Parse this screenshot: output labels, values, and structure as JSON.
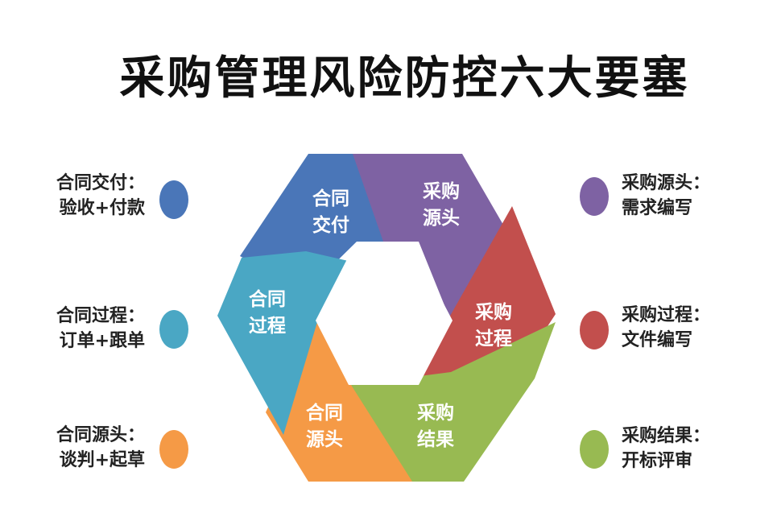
{
  "title": "采购管理风险防控六大要塞",
  "colors": {
    "blue": "#4a76b8",
    "purple": "#7e62a3",
    "red": "#c24f4d",
    "teal": "#4aa7c4",
    "orange": "#f59a46",
    "green": "#98ba52"
  },
  "segments": [
    {
      "line1": "合同",
      "line2": "交付",
      "color": "#4a76b8"
    },
    {
      "line1": "采购",
      "line2": "源头",
      "color": "#7e62a3"
    },
    {
      "line1": "采购",
      "line2": "过程",
      "color": "#c24f4d"
    },
    {
      "line1": "采购",
      "line2": "结果",
      "color": "#98ba52"
    },
    {
      "line1": "合同",
      "line2": "源头",
      "color": "#f59a46"
    },
    {
      "line1": "合同",
      "line2": "过程",
      "color": "#4aa7c4"
    }
  ],
  "left_items": [
    {
      "line1": "合同交付：",
      "line2": "验收+付款",
      "color": "#4a76b8"
    },
    {
      "line1": "合同过程：",
      "line2": "订单+跟单",
      "color": "#4aa7c4"
    },
    {
      "line1": "合同源头：",
      "line2": "谈判+起草",
      "color": "#f59a46"
    }
  ],
  "right_items": [
    {
      "line1": "采购源头：",
      "line2": "需求编写",
      "color": "#7e62a3"
    },
    {
      "line1": "采购过程：",
      "line2": "文件编写",
      "color": "#c24f4d"
    },
    {
      "line1": "采购结果：",
      "line2": "开标评审",
      "color": "#98ba52"
    }
  ]
}
